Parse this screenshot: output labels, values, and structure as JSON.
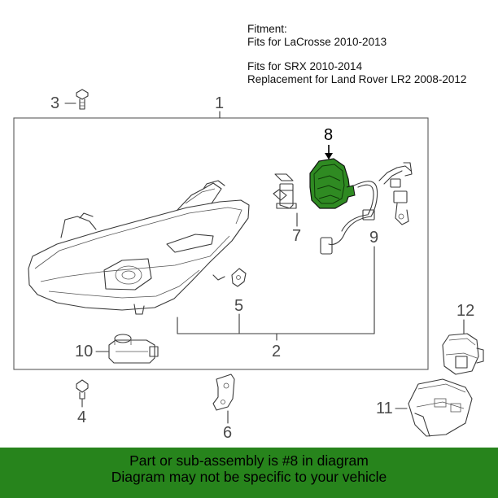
{
  "fitment": {
    "heading": "Fitment:",
    "line1": "Fits for LaCrosse 2010-2013",
    "line2": "Fits for SRX 2010-2014",
    "line3": "Replacement for Land Rover LR2 2008-2012"
  },
  "callouts": {
    "c1": "1",
    "c2": "2",
    "c3": "3",
    "c4": "4",
    "c5": "5",
    "c6": "6",
    "c7": "7",
    "c8": "8",
    "c9": "9",
    "c10": "10",
    "c11": "11",
    "c12": "12"
  },
  "banner": {
    "line1": "Part or sub-assembly is #8 in diagram",
    "line2": "Diagram may not be specific to your vehicle"
  },
  "colors": {
    "highlight_part": "#2f8a22",
    "banner_bg": "#27841c",
    "line": "#3a3a3a"
  }
}
